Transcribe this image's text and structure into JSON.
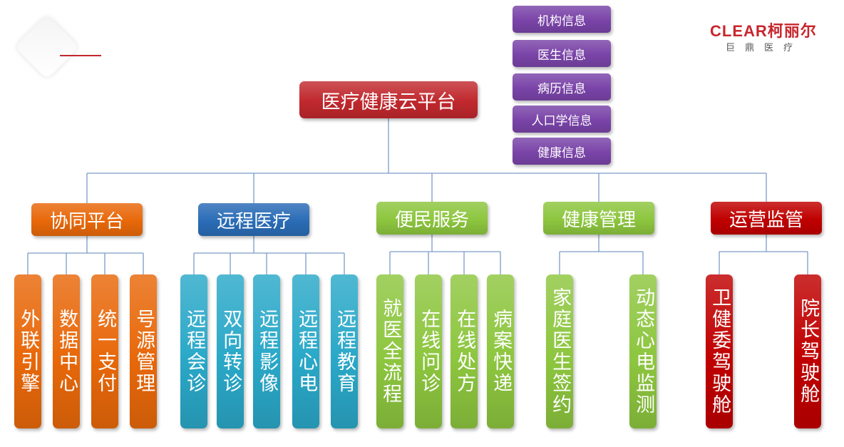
{
  "root": {
    "label": "医疗健康云平台",
    "color": "#c0282d"
  },
  "info_items": [
    {
      "label": "机构信息"
    },
    {
      "label": "医生信息"
    },
    {
      "label": "病历信息"
    },
    {
      "label": "人口学信息"
    },
    {
      "label": "健康信息"
    }
  ],
  "info_color": "#7a44a8",
  "logo": {
    "brand": "CLEAR柯丽尔",
    "subtitle": "巨鼎医疗",
    "color": "#c8262d"
  },
  "categories": [
    {
      "label": "协同平台",
      "color": "#e8680a",
      "children": [
        "外联引擎",
        "数据中心",
        "统一支付",
        "号源管理"
      ]
    },
    {
      "label": "远程医疗",
      "color": "#2a6cb6",
      "children": [
        "远程会诊",
        "双向转诊",
        "远程影像",
        "远程心电",
        "远程教育"
      ]
    },
    {
      "label": "便民服务",
      "color": "#8dc63f",
      "children": [
        "就医全流程",
        "在线问诊",
        "在线处方",
        "病案快递"
      ]
    },
    {
      "label": "健康管理",
      "color": "#8dc63f",
      "children": [
        "家庭医生签约",
        "动态心电监测"
      ]
    },
    {
      "label": "运营监管",
      "color": "#c00000",
      "children": [
        "卫健委驾驶舱",
        "院长驾驶舱"
      ]
    }
  ],
  "leaf_colors": [
    "#e8680a",
    "#2aa8c8",
    "#8dc63f",
    "#8dc63f",
    "#c00000"
  ],
  "connector_color": "#7b9cc8"
}
